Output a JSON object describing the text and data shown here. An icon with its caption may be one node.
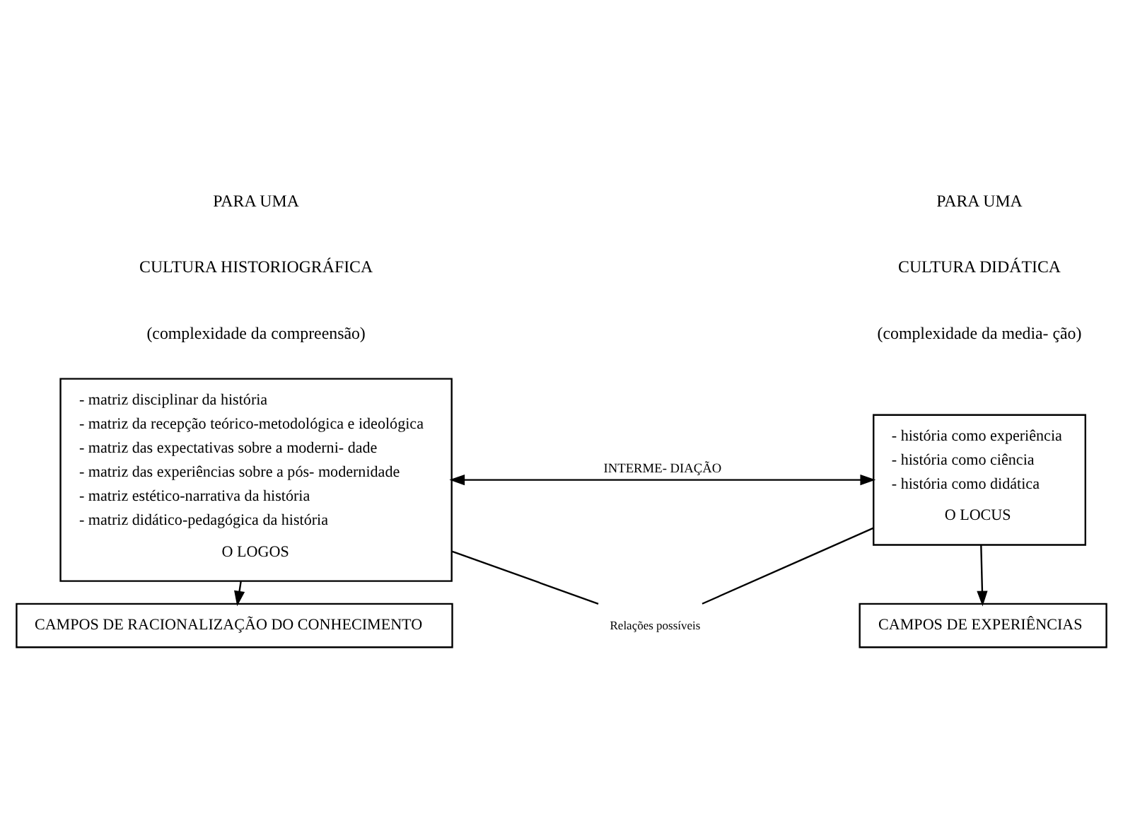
{
  "diagram": {
    "nodes": [
      {
        "text": [
          "- matriz disciplinar da história",
          "- matriz da recepção teórico-metodológica e ideológica",
          "- matriz das expectativas sobre a moderni- dade",
          "- matriz das experiências sobre a pós- modernidade",
          "- matriz estético-narrativa da história",
          "- matriz didático-pedagógica da história",
          "O LOGOS"
        ]
      },
      {
        "text": [
          "- história como experiência",
          "- história como ciência",
          "- história como didática",
          "O LOCUS"
        ]
      },
      {
        "text": [
          "CAMPOS DE RACIONALIZAÇÃO DO CONHECIMENTO"
        ]
      },
      {
        "text": [
          "CAMPOS DE EXPERIÊNCIAS"
        ]
      },
      {
        "text": [
          "Relações possíveis"
        ]
      }
    ],
    "edges": [
      {
        "from": 0,
        "to": 1,
        "arrow": "both",
        "label": "INTERME- DIAÇÃO"
      },
      {
        "from": 0,
        "to": 2,
        "arrow": "to"
      },
      {
        "from": 1,
        "to": 3,
        "arrow": "to"
      },
      {
        "from": 0,
        "to": 4,
        "arrow": "none"
      },
      {
        "from": 1,
        "to": 4,
        "arrow": "none"
      }
    ],
    "labels": [
      "PARA UMA",
      "CULTURA HISTORIOGRÁFICA",
      "(complexidade da compreensão)",
      "PARA UMA",
      "CULTURA DIDÁTICA",
      "(complexidade da media- ção)"
    ]
  }
}
